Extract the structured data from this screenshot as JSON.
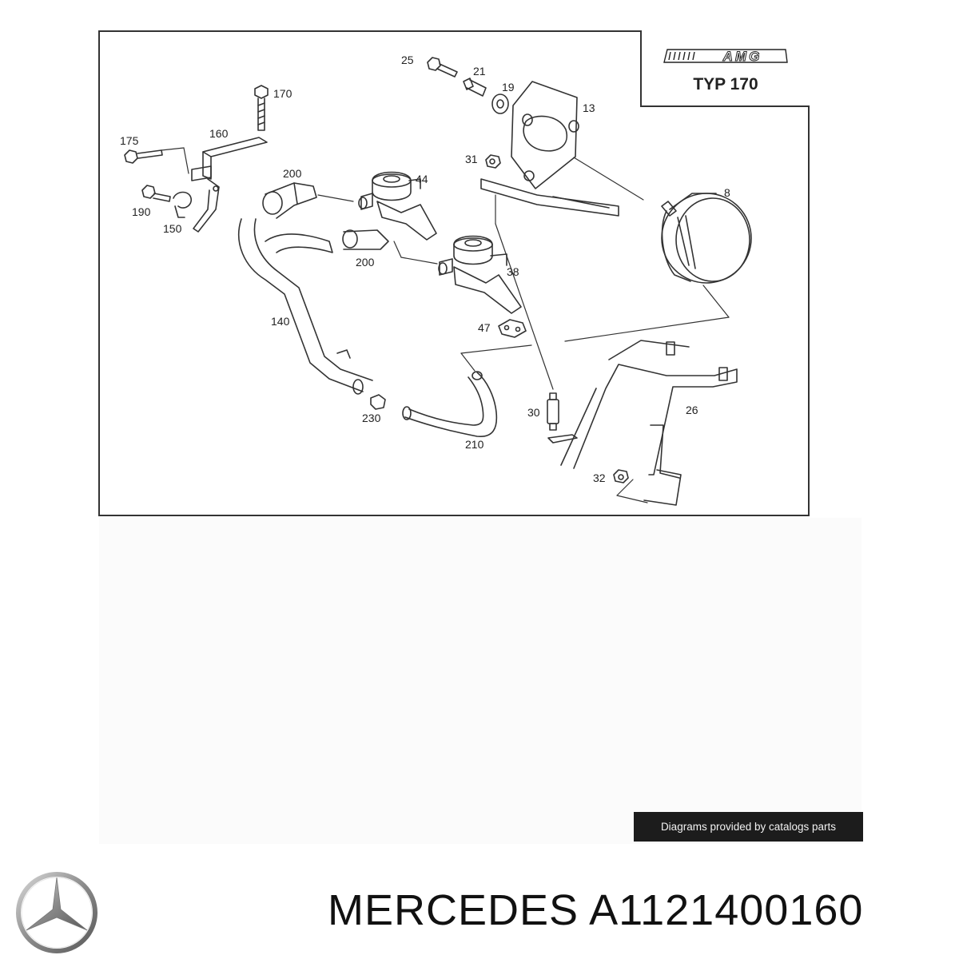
{
  "diagram": {
    "type_label": "TYP 170",
    "logo_text": "AMG",
    "part_numbers": [
      "25",
      "21",
      "19",
      "13",
      "170",
      "175",
      "160",
      "200",
      "44",
      "31",
      "8",
      "190",
      "150",
      "200",
      "38",
      "140",
      "47",
      "30",
      "26",
      "230",
      "210",
      "32"
    ]
  },
  "credit": "Diagrams provided by catalogs parts",
  "footer": {
    "brand": "MERCEDES",
    "part_number": "A1121400160"
  }
}
